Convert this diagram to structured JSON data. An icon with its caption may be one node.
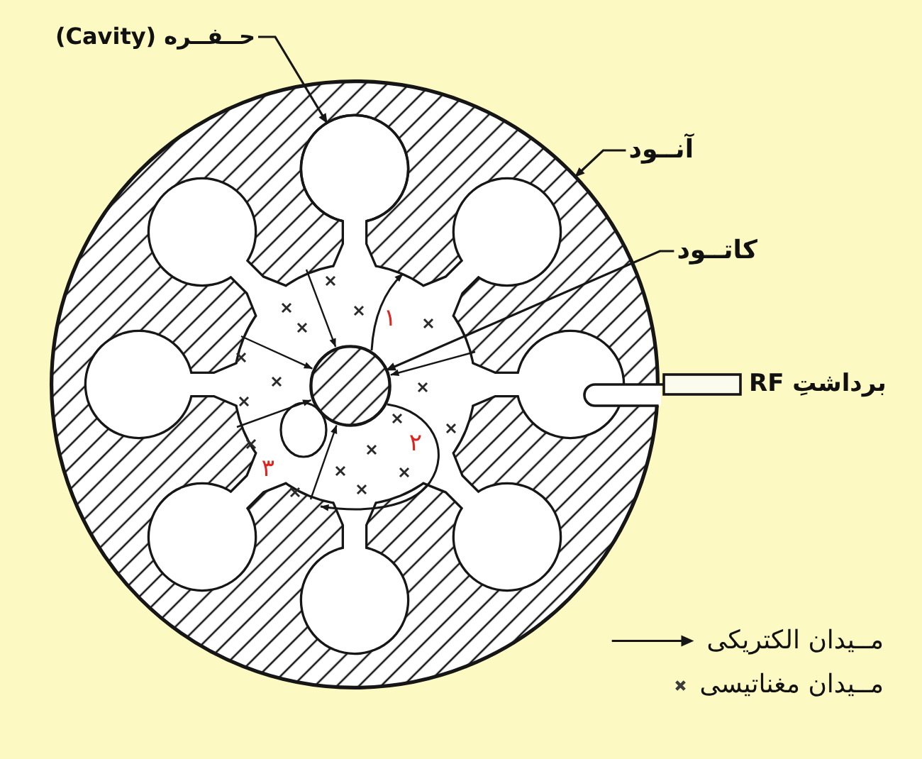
{
  "diagram": {
    "nodes": [
      {
        "text": [
          "حــفــره (Cavity)"
        ]
      },
      {
        "text": [
          "آنــود"
        ]
      },
      {
        "text": [
          "کاتــود"
        ]
      },
      {
        "text": [],
        "shape": "circle"
      },
      {
        "text": [],
        "shape": "circle",
        "in": 3
      },
      {
        "text": [],
        "shape": "circle",
        "in": 3
      }
    ],
    "edges": [
      {
        "from": 0,
        "to": 4,
        "arrow": "to"
      },
      {
        "from": 1,
        "to": 3,
        "arrow": "to"
      },
      {
        "from": 2,
        "to": 5,
        "arrow": "to"
      }
    ],
    "labels": [
      "۱",
      "برداشتِ RF",
      "۲",
      "۳"
    ],
    "legend": [
      {
        "text": "مــیدان الکتریکی"
      },
      {
        "text": "مــیدان مغناتیسی"
      }
    ]
  }
}
